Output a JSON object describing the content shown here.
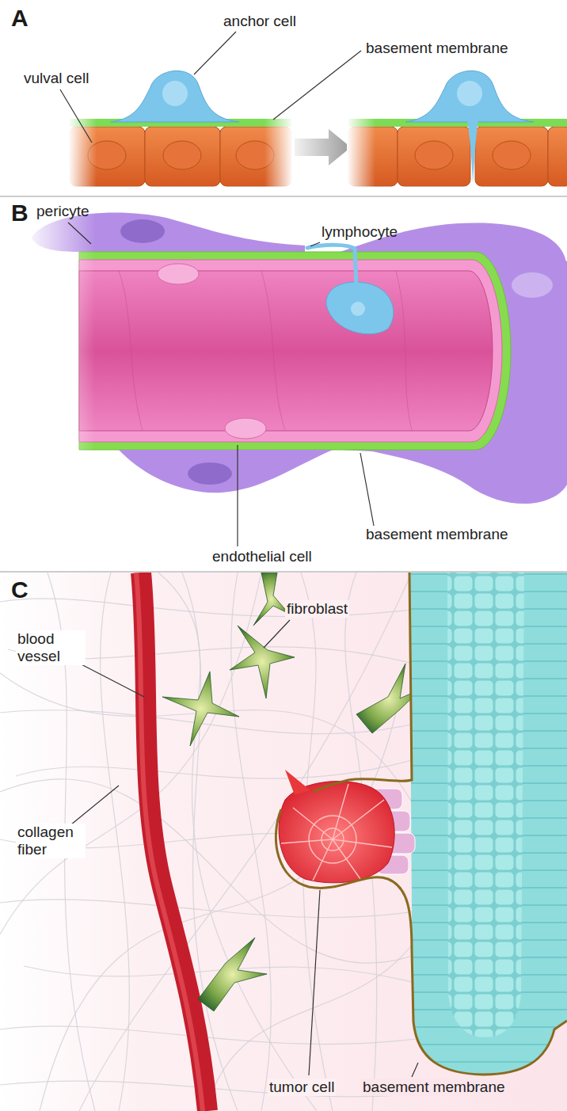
{
  "diagram": {
    "labels": [
      "A",
      "anchor cell",
      "basement membrane",
      "vulval cell",
      "B",
      "pericyte",
      "lymphocyte",
      "endothelial cell",
      "basement membrane",
      "C",
      "fibroblast",
      "blood vessel",
      "collagen fiber",
      "tumor cell",
      "basement membrane"
    ]
  }
}
